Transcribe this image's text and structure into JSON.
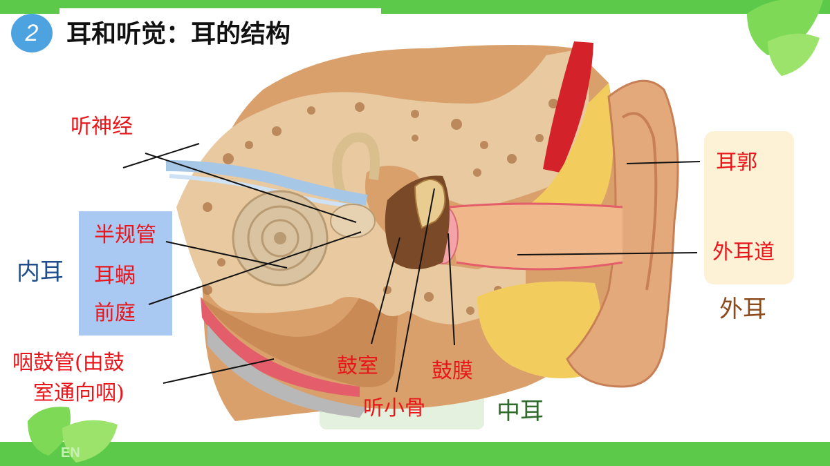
{
  "header": {
    "badge": "2",
    "title": "耳和听觉：耳的结构"
  },
  "labels": {
    "auditory_nerve": "听神经",
    "semicircular_canals": "半规管",
    "cochlea": "耳蜗",
    "vestibule": "前庭",
    "eustachian_line1": "咽鼓管(由鼓",
    "eustachian_line2": "室通向咽)",
    "tympanic_cavity": "鼓室",
    "ossicles": "听小骨",
    "eardrum": "鼓膜",
    "auricle": "耳郭",
    "ear_canal": "外耳道"
  },
  "groups": {
    "inner_ear": "内耳",
    "middle_ear": "中耳",
    "outer_ear": "外耳"
  },
  "watermark": "EN",
  "colors": {
    "label_red": "#e8151b",
    "inner_panel": "#a9c8f2",
    "middle_panel": "#e4f1de",
    "outer_panel": "#fdf2d6",
    "inner_text": "#1f4e8c",
    "middle_text": "#2e6b2a",
    "outer_text": "#8a4a1c",
    "accent_green": "#5cc94a",
    "badge_blue": "#4da3e0"
  }
}
